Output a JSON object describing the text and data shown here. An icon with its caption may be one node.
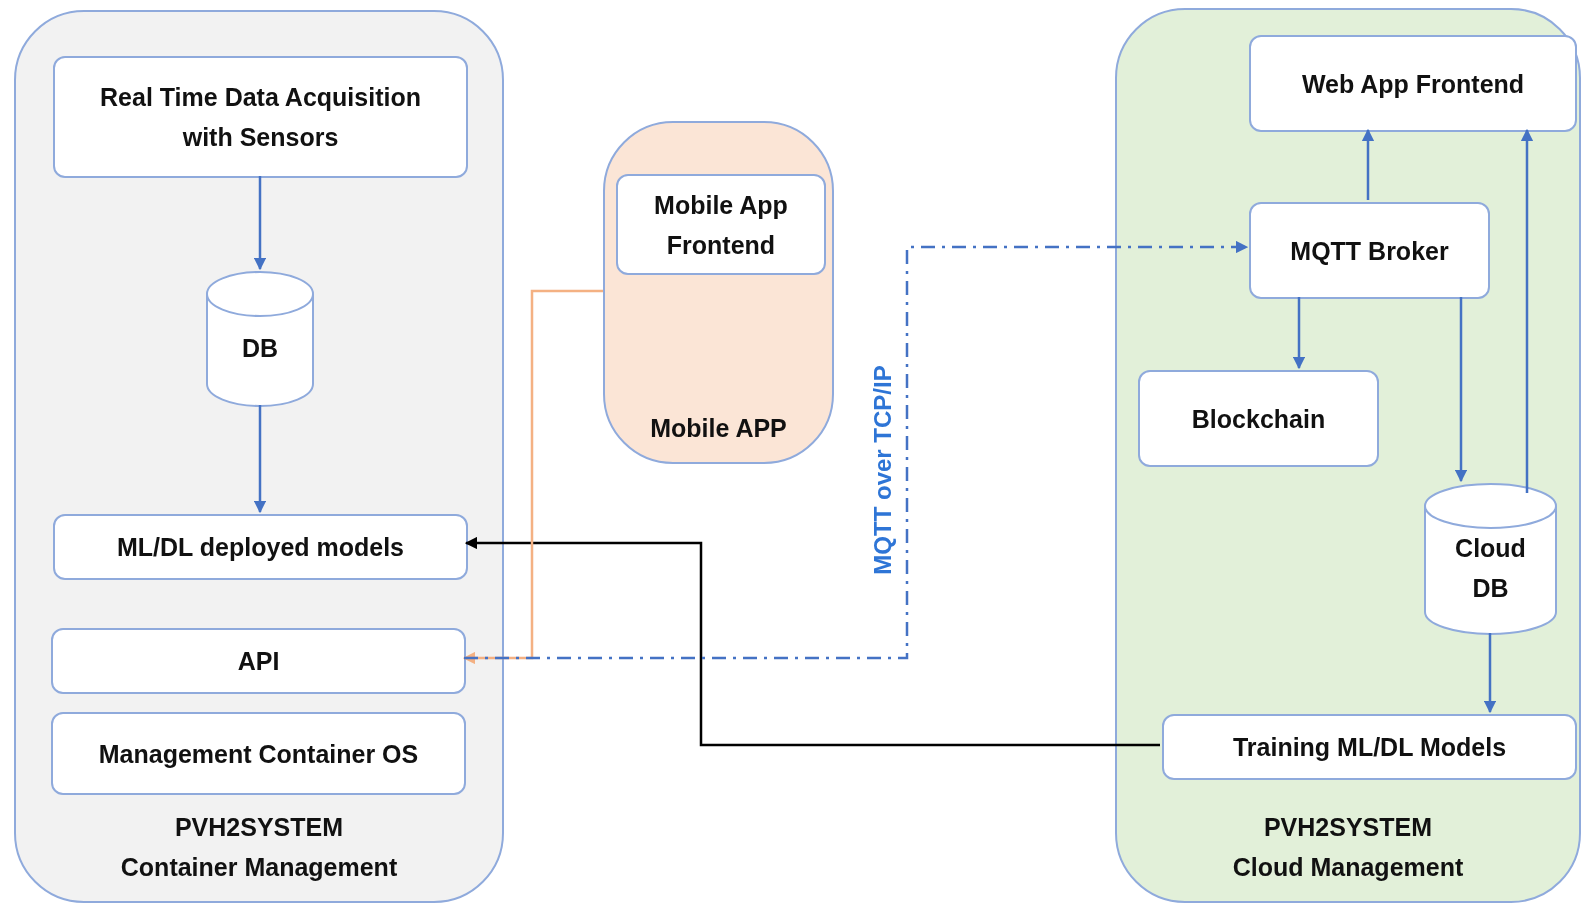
{
  "diagram": {
    "nodes": [
      {
        "text": [
          "PVH2SYSTEM Container Management"
        ]
      },
      {
        "text": [
          "Real Time Data Acquisition with Sensors"
        ],
        "in": 0
      },
      {
        "text": [
          "DB"
        ],
        "in": 0
      },
      {
        "text": [
          "ML/DL deployed models"
        ],
        "in": 0
      },
      {
        "text": [
          "API"
        ],
        "in": 0
      },
      {
        "text": [
          "Management Container OS"
        ],
        "in": 0
      },
      {
        "text": [
          "Mobile APP"
        ]
      },
      {
        "text": [
          "Mobile App Frontend"
        ],
        "in": 6
      },
      {
        "text": [
          "PVH2SYSTEM Cloud Management"
        ]
      },
      {
        "text": [
          "Web App Frontend"
        ],
        "in": 8
      },
      {
        "text": [
          "MQTT Broker"
        ],
        "in": 8
      },
      {
        "text": [
          "Blockchain"
        ],
        "in": 8
      },
      {
        "text": [
          "Cloud DB"
        ],
        "in": 8
      },
      {
        "text": [
          "Training ML/DL Models"
        ],
        "in": 8
      }
    ],
    "edges": [
      {
        "from": 1,
        "to": 2,
        "arrow": "to"
      },
      {
        "from": 2,
        "to": 3,
        "arrow": "to"
      },
      {
        "from": 10,
        "to": 9,
        "arrow": "to"
      },
      {
        "from": 10,
        "to": 11,
        "arrow": "to"
      },
      {
        "from": 10,
        "to": 12,
        "arrow": "to"
      },
      {
        "from": 12,
        "to": 9,
        "arrow": "to"
      },
      {
        "from": 12,
        "to": 13,
        "arrow": "to"
      },
      {
        "from": 13,
        "to": 3,
        "arrow": "to",
        "color": "#000000"
      },
      {
        "from": 6,
        "to": 4,
        "arrow": "to",
        "color": "#f4b183"
      },
      {
        "from": 4,
        "to": 10,
        "arrow": "to",
        "style": "dashed",
        "label": "MQTT over TCP/IP"
      }
    ]
  }
}
